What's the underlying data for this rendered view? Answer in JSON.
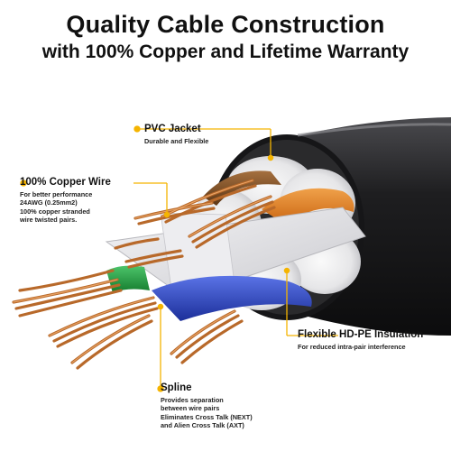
{
  "header": {
    "title": "Quality Cable Construction",
    "subtitle": "with 100% Copper and Lifetime Warranty"
  },
  "callouts": {
    "pvc": {
      "heading": "PVC Jacket",
      "desc": [
        "Durable and Flexible"
      ]
    },
    "copper": {
      "heading": "100% Copper Wire",
      "desc": [
        "For better performance",
        "24AWG (0.25mm2)",
        "100% copper stranded",
        "wire twisted pairs."
      ]
    },
    "insulation": {
      "heading": "Flexible HD-PE Insulation",
      "desc": [
        "For reduced intra-pair interference"
      ]
    },
    "spline": {
      "heading": "Spline",
      "desc": [
        "Provides separation",
        "between wire pairs",
        "Eliminates Cross Talk (NEXT)",
        "and Alien Cross Talk (AXT)"
      ]
    }
  },
  "colors": {
    "accent": "#f5b400",
    "jacket": "#1c1c1e",
    "copper": "#c87a3a",
    "pair_orange": "#e07b1c",
    "pair_brown": "#7a4a22",
    "pair_green": "#1f9a3c",
    "pair_blue": "#2b47c9"
  }
}
